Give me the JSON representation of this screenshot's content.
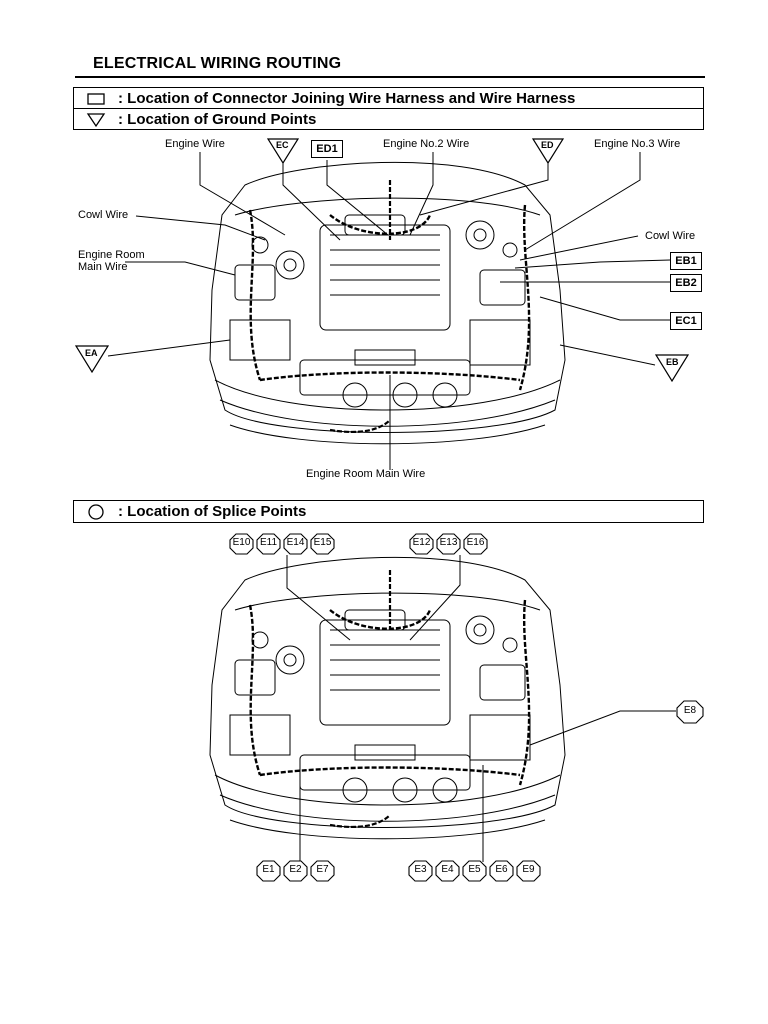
{
  "page": {
    "title": "ELECTRICAL WIRING ROUTING"
  },
  "legend_top": {
    "connector": ": Location of Connector Joining Wire Harness and Wire Harness",
    "ground": ": Location of Ground Points"
  },
  "legend_bottom": {
    "splice": ": Location of Splice Points"
  },
  "diagram1": {
    "labels": {
      "engine_wire": "Engine Wire",
      "engine_no2_wire": "Engine No.2 Wire",
      "engine_no3_wire": "Engine No.3 Wire",
      "cowl_wire_left": "Cowl Wire",
      "cowl_wire_right": "Cowl Wire",
      "engine_room_main_wire_l1": "Engine Room",
      "engine_room_main_wire_l2": "Main Wire",
      "engine_room_main_wire_bottom": "Engine Room Main Wire"
    },
    "ground_points": [
      "EC",
      "ED",
      "EA",
      "EB"
    ],
    "connectors": [
      "ED1",
      "EB1",
      "EB2",
      "EC1"
    ]
  },
  "diagram2": {
    "splice_top_left": [
      "E10",
      "E11",
      "E14",
      "E15"
    ],
    "splice_top_right": [
      "E12",
      "E13",
      "E16"
    ],
    "splice_right": [
      "E8"
    ],
    "splice_bottom_left": [
      "E1",
      "E2",
      "E7"
    ],
    "splice_bottom_right": [
      "E3",
      "E4",
      "E5",
      "E6",
      "E9"
    ]
  }
}
